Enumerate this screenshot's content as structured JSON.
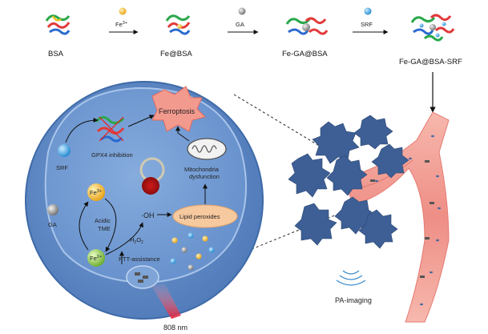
{
  "synthesis": {
    "bsa": "BSA",
    "fe_reagent": "Fe",
    "fe_reagent_sup": "3+",
    "fe_bsa": "Fe@BSA",
    "ga_reagent": "GA",
    "fe_ga_bsa": "Fe-GA@BSA",
    "srf_reagent": "SRF",
    "fe_ga_bsa_srf": "Fe-GA@BSA-SRF"
  },
  "cell": {
    "ferroptosis": "Ferroptosis",
    "gpx4": "GPX4 inhibition",
    "srf": "SRF",
    "mito_line1": "Mitochondria",
    "mito_line2": "dysfunction",
    "ga": "GA",
    "fe3_base": "Fe",
    "fe3_sup": "3+",
    "fe2_base": "Fe",
    "fe2_sup": "2+",
    "acidic_line1": "Acidic",
    "acidic_line2": "TME",
    "oh": "·OH",
    "h2o2_base": "H",
    "h2o2_sub1": "2",
    "h2o2_mid": "O",
    "h2o2_sub2": "2",
    "lipid": "Lipid peroxides",
    "ptt": "PTT-assistance"
  },
  "laser": "808 nm",
  "imaging": "PA-imaging",
  "colors": {
    "cell_fill": "#5b86c4",
    "cell_edge": "#3e6aa8",
    "vessel": "#f1a39b",
    "tumor": "#3d5f95",
    "ferroptosis_star": "#f08a7e",
    "lipid_fill": "#f7c99e",
    "fe3_ball": "#f5b52a",
    "fe2_ball": "#8ec63f",
    "srf_ball": "#3aa0e0",
    "ga_ball": "#8a8a8a"
  }
}
